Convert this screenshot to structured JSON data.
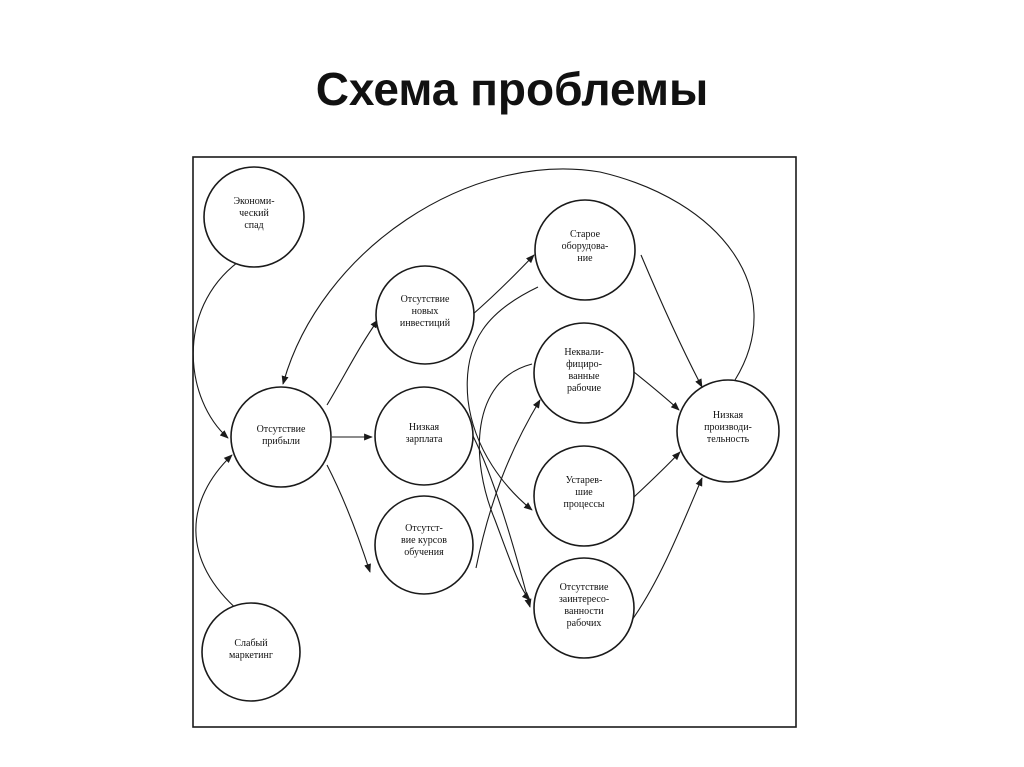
{
  "title": "Схема проблемы",
  "nodes": {
    "economic_recession": [
      "Экономи-",
      "ческий",
      "спад"
    ],
    "no_profit": [
      "Отсутствие",
      "прибыли"
    ],
    "weak_marketing": [
      "Слабый",
      "маркетинг"
    ],
    "no_investments": [
      "Отсутствие",
      "новых",
      "инвестиций"
    ],
    "low_salary": [
      "Низкая",
      "зарплата"
    ],
    "no_training": [
      "Отсутст-",
      "вие курсов",
      "обучения"
    ],
    "old_equipment": [
      "Старое",
      "оборудова-",
      "ние"
    ],
    "unqualified_workers": [
      "Неквали-",
      "фициро-",
      "ванные",
      "рабочие"
    ],
    "outdated_processes": [
      "Устарев-",
      "шие",
      "процессы"
    ],
    "no_interest": [
      "Отсутствие",
      "заинтересо-",
      "ванности",
      "рабочих"
    ],
    "low_productivity": [
      "Низкая",
      "производи-",
      "тельность"
    ]
  },
  "colors": {
    "line": "#1a1a1a",
    "text": "#111111",
    "background": "#ffffff"
  }
}
